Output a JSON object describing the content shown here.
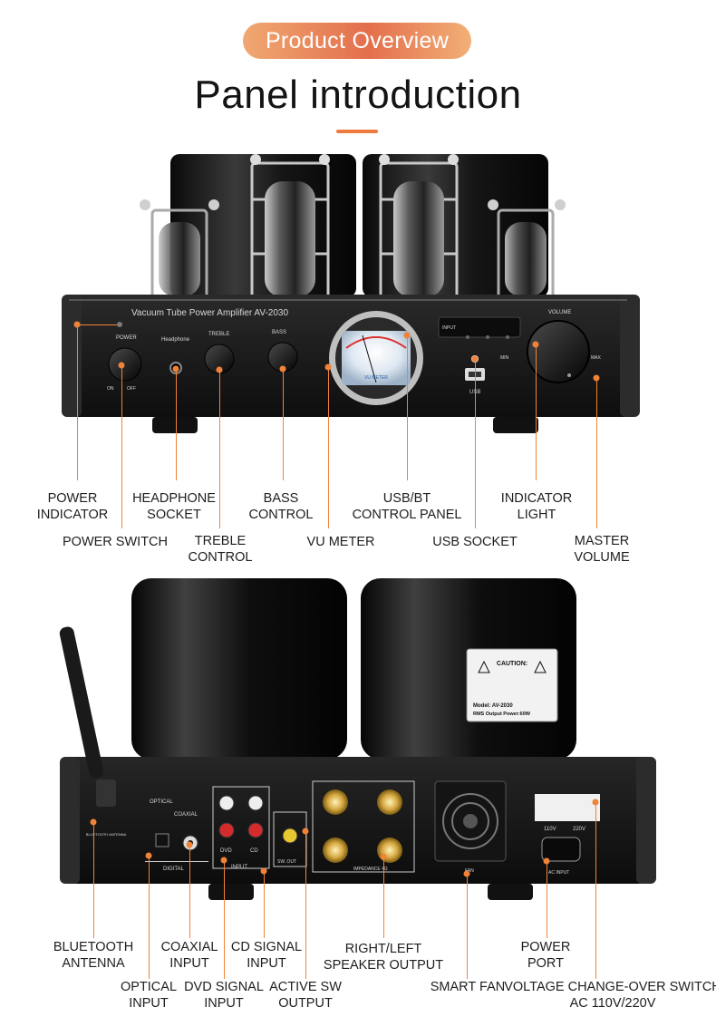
{
  "header": {
    "badge": "Product Overview",
    "title": "Panel introduction"
  },
  "colors": {
    "accent": "#f08338",
    "badge_gradient": [
      "#f0a872",
      "#e36f4c",
      "#f2b077"
    ],
    "chassis": "#1a1a1a"
  },
  "front_panel": {
    "model_text": "Vacuum Tube Power Amplifier  AV-2030",
    "power": "POWER",
    "on": "ON",
    "off": "OFF",
    "headphone": "Headphone",
    "treble": "TREBLE",
    "bass": "BASS",
    "vu_meter": "VU METER",
    "input": "INPUT",
    "usb": "USB",
    "volume": "VOLUME",
    "min": "MIN",
    "max": "MAX"
  },
  "front_labels": {
    "power_indicator": [
      "POWER",
      "INDICATOR"
    ],
    "power_switch": "POWER SWITCH",
    "headphone_socket": [
      "HEADPHONE",
      "SOCKET"
    ],
    "treble_control": [
      "TREBLE",
      "CONTROL"
    ],
    "bass_control": [
      "BASS",
      "CONTROL"
    ],
    "vu_meter": "VU METER",
    "usb_bt_control_panel": [
      "USB/BT",
      "CONTROL PANEL"
    ],
    "usb_socket": "USB SOCKET",
    "indicator_light": [
      "INDICATOR",
      "LIGHT"
    ],
    "master_volume": [
      "MASTER",
      "VOLUME"
    ]
  },
  "rear_panel": {
    "caution": "CAUTION:",
    "model": "Model: AV-2030",
    "rms_output": "RMS Output Power:60W",
    "optical": "OPTICAL",
    "coaxial": "COAXIAL",
    "digital": "DIGITAL",
    "dvd": "DVD",
    "cd": "CD",
    "input": "INPUT",
    "sw_out": "SW. OUT",
    "bluetooth_antenna": "BLUETOOTH ANTENNA",
    "fan": "FAN",
    "ac_input": "AC INPUT",
    "v110": "110V",
    "v220": "220V",
    "impedance": "IMPEDANCE 4Ω"
  },
  "rear_labels": {
    "bluetooth_antenna": [
      "BLUETOOTH",
      "ANTENNA"
    ],
    "optical_input": [
      "OPTICAL",
      "INPUT"
    ],
    "coaxial_input": [
      "COAXIAL",
      "INPUT"
    ],
    "dvd_signal_input": [
      "DVD SIGNAL",
      "INPUT"
    ],
    "cd_signal_input": [
      "CD SIGNAL",
      "INPUT"
    ],
    "active_sw_output": [
      "ACTIVE SW",
      "OUTPUT"
    ],
    "speaker_output": [
      "RIGHT/LEFT",
      "SPEAKER OUTPUT"
    ],
    "smart_fan": "SMART FAN",
    "power_port": [
      "POWER",
      "PORT"
    ],
    "voltage_switch": [
      "VOLTAGE CHANGE-OVER SWITCH",
      "AC 110V/220V"
    ]
  }
}
